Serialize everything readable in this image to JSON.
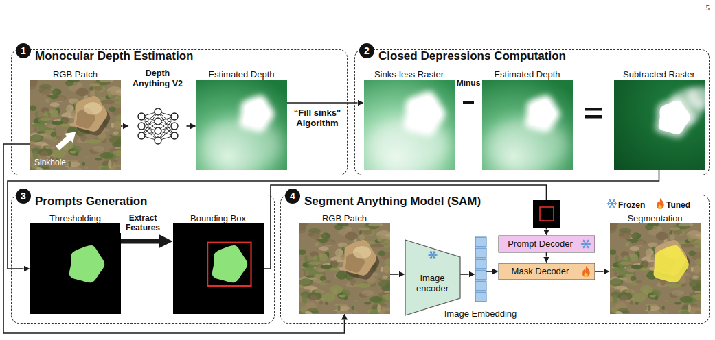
{
  "diagram": {
    "nodes": [
      {
        "text": [
          "1",
          "Monocular Depth Estimation"
        ]
      },
      {
        "text": [
          "RGB Patch"
        ],
        "in": 0
      },
      {
        "text": [
          "Depth Anything V2"
        ],
        "in": 0
      },
      {
        "text": [
          "Estimated Depth"
        ],
        "in": 0
      },
      {
        "text": [
          "2",
          "Closed Depressions Computation"
        ]
      },
      {
        "text": [
          "Sinks-less Raster"
        ],
        "in": 4
      },
      {
        "text": [
          "Estimated Depth"
        ],
        "in": 4
      },
      {
        "text": [
          "Subtracted Raster"
        ],
        "in": 4
      },
      {
        "text": [
          "3",
          "Prompts Generation"
        ]
      },
      {
        "text": [
          "Thresholding"
        ],
        "in": 8
      },
      {
        "text": [
          "Bounding Box"
        ],
        "in": 8
      },
      {
        "text": [
          "4",
          "Segment Anything Model (SAM)"
        ]
      },
      {
        "text": [
          "RGB Patch"
        ],
        "in": 11
      },
      {
        "text": [
          "Image encoder"
        ],
        "in": 11
      },
      {
        "text": [
          "Image Embedding"
        ],
        "in": 11
      },
      {
        "text": [
          "Prompt Decoder"
        ],
        "in": 11
      },
      {
        "text": [
          "Mask Decoder"
        ],
        "in": 11
      },
      {
        "text": [
          "Segmentation"
        ],
        "in": 11
      }
    ],
    "edges": [
      {
        "from": 1,
        "to": 2,
        "arrow": "to"
      },
      {
        "from": 2,
        "to": 3,
        "arrow": "to"
      },
      {
        "from": 3,
        "to": 5,
        "arrow": "to",
        "label": "“Fill sinks\" Algorithm"
      },
      {
        "from": 7,
        "to": 9,
        "arrow": "to"
      },
      {
        "from": 9,
        "to": 10,
        "arrow": "to",
        "label": "Extract Features"
      },
      {
        "from": 10,
        "to": 15,
        "arrow": "to"
      },
      {
        "from": 1,
        "to": 12,
        "arrow": "to"
      },
      {
        "from": 12,
        "to": 13,
        "arrow": "to"
      },
      {
        "from": 13,
        "to": 14,
        "arrow": "to"
      },
      {
        "from": 14,
        "to": 16,
        "arrow": "to"
      },
      {
        "from": 15,
        "to": 16,
        "arrow": "to"
      },
      {
        "from": 16,
        "to": 17,
        "arrow": "to"
      }
    ],
    "labels": [
      "5",
      "Sinkhole",
      "Minus"
    ],
    "legend": [
      {
        "text": "Frozen"
      },
      {
        "text": "Tuned"
      }
    ]
  }
}
